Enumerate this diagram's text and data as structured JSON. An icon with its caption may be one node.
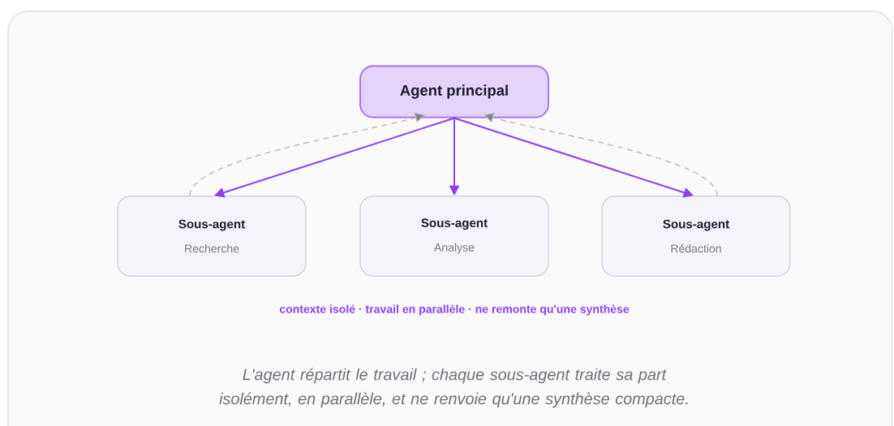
{
  "diagram": {
    "caption": "L'agent répartit le travail ; chaque sous-agent traite sa part isolément, en parallèle, et ne renvoie qu'une synthèse compacte.",
    "nodes": [
      {
        "text": [
          "Agent principal"
        ]
      },
      {
        "text": [
          "Sous-agent",
          "Recherche"
        ]
      },
      {
        "text": [
          "Sous-agent",
          "Analyse"
        ]
      },
      {
        "text": [
          "Sous-agent",
          "Rédaction"
        ]
      }
    ],
    "edges": [
      {
        "from": 0,
        "to": 1,
        "arrow": "to"
      },
      {
        "from": 0,
        "to": 2,
        "arrow": "to"
      },
      {
        "from": 0,
        "to": 3,
        "arrow": "to"
      },
      {
        "from": 1,
        "to": 0,
        "arrow": "to",
        "style": "dashed",
        "color": "#b3b3b8"
      },
      {
        "from": 3,
        "to": 0,
        "arrow": "to",
        "style": "dashed",
        "color": "#b3b3b8"
      }
    ],
    "labels": [
      "contexte isolé · travail en parallèle · ne remonte qu'une synthèse"
    ]
  }
}
